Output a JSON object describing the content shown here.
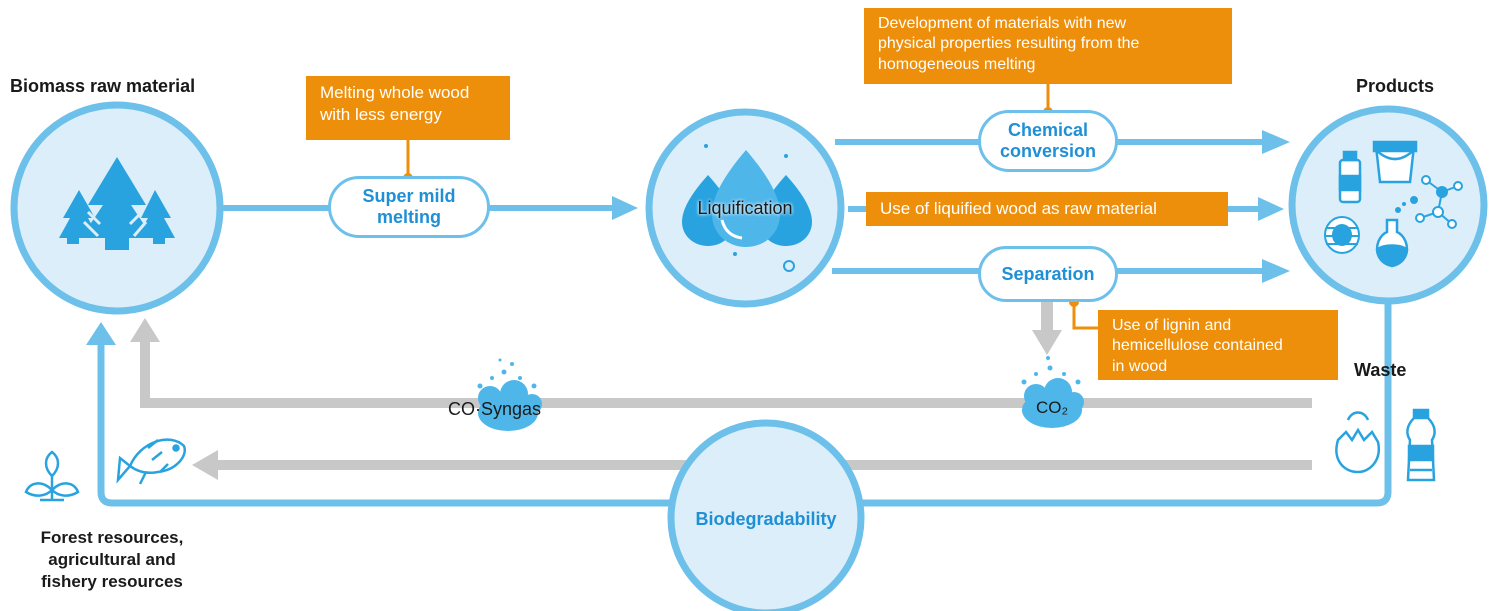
{
  "labels": {
    "biomass": "Biomass raw material",
    "products": "Products",
    "waste": "Waste",
    "forest": "Forest resources,\nagricultural and\nfishery resources",
    "liquification": "Liquification",
    "biodegradability": "Biodegradability",
    "cosyngas": "CO·Syngas",
    "co2": "CO₂"
  },
  "pills": {
    "super_mild": "Super mild\nmelting",
    "chemical": "Chemical\nconversion",
    "separation": "Separation"
  },
  "notes": {
    "melting_wood": "Melting whole wood\nwith less energy",
    "development": "Development of materials with new\nphysical properties resulting from the\nhomogeneous melting",
    "liquified_use": "Use of liquified wood as raw material",
    "lignin": "Use of lignin and\nhemicellulose contained\nin wood"
  },
  "colors": {
    "blue_line": "#6cc0ea",
    "circle_fill": "#dceef9",
    "blue_text": "#1f8fd6",
    "orange": "#ee8f0b",
    "gray": "#c8c8c8",
    "icon_blue": "#29a3e0"
  },
  "icons": [
    "tree-icon",
    "water-drop-icon",
    "bottle-icon",
    "bucket-icon",
    "molecule-icon",
    "wire-spool-icon",
    "flask-icon",
    "fish-icon",
    "sprout-icon",
    "eggshell-icon",
    "plastic-bottle-icon",
    "gas-cloud-icon"
  ]
}
